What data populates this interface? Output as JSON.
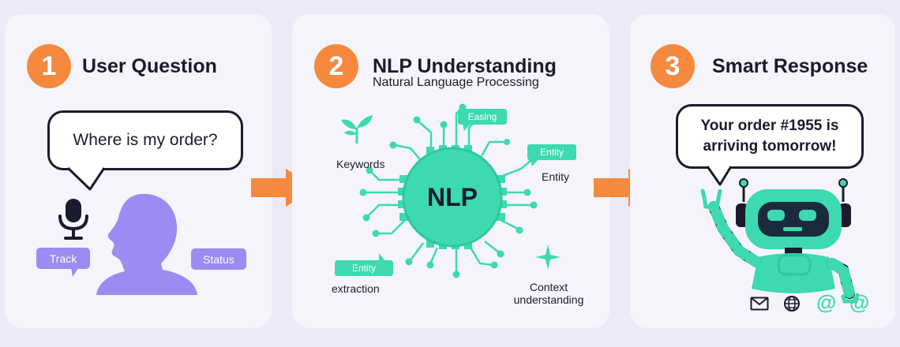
{
  "steps": [
    {
      "number": "1",
      "title": "User Question",
      "bubble_text": "Where is my order?",
      "chips": {
        "left": "Track",
        "right": "Status"
      }
    },
    {
      "number": "2",
      "title": "NLP Understanding",
      "subtitle": "Natural Language Processing",
      "chip_label": "NLP",
      "items": {
        "keywords": "Keywords",
        "easing": "Easing",
        "entity_tag": "Entity",
        "entity_label": "Entity",
        "entity_extraction_tag": "Entity",
        "extraction": "extraction",
        "context": "Context",
        "understanding": "understanding"
      }
    },
    {
      "number": "3",
      "title": "Smart Response",
      "bubble_line1": "Your order #1955 is",
      "bubble_line2": "arriving tomorrow!",
      "icons": [
        "mail-icon",
        "globe-icon",
        "at-icon",
        "at-icon"
      ]
    }
  ],
  "colors": {
    "orange": "#f5893d",
    "purple": "#9a8cf0",
    "green": "#3dd9b0",
    "dark": "#1b1b2e",
    "panel": "#f5f4fb",
    "background": "#eceaf6"
  }
}
